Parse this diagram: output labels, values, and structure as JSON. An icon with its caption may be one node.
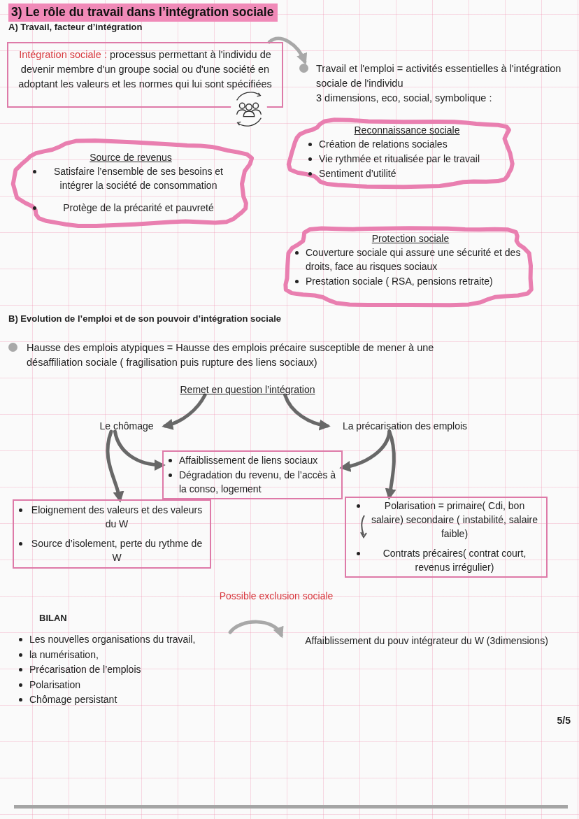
{
  "diagram": {
    "title": "3) Le rôle du travail dans l’intégration sociale",
    "nodes": [
      {
        "text": [
          "Intégration sociale :",
          "processus permettant à l'individu de devenir membre d'un groupe social ou d'une société en adoptant les valeurs et les normes qui lui sont spécifiées"
        ]
      },
      {
        "text": [
          "Travail et l'emploi = activités essentielles à l'intégration sociale de l'individu",
          "3 dimensions, eco, social, symbolique :"
        ]
      },
      {
        "text": [
          "Source de revenus",
          "Satisfaire l’ensemble de ses besoins et intégrer la société de consommation",
          "Protège de la précarité et pauvreté"
        ]
      },
      {
        "text": [
          "Reconnaissance sociale",
          "Création de relations sociales",
          "Vie rythmée et ritualisée par le travail",
          "Sentiment d’utilité"
        ]
      },
      {
        "text": [
          "Protection sociale",
          "Couverture sociale qui assure une sécurité et des droits, face au risques sociaux",
          "Prestation sociale ( RSA, pensions retraite)"
        ]
      },
      {
        "text": [
          "Remet en question l’intégration"
        ]
      },
      {
        "text": [
          "Le chômage"
        ]
      },
      {
        "text": [
          "La précarisation des emplois"
        ]
      },
      {
        "text": [
          "Affaiblissement de liens sociaux",
          "Dégradation du revenu, de l’accès à la conso, logement"
        ]
      },
      {
        "text": [
          "Eloignement des valeurs et des valeurs du W",
          "Source d’isolement, perte du rythme de W"
        ]
      },
      {
        "text": [
          "Polarisation = primaire( Cdi, bon salaire) secondaire ( instabilité, salaire faible)",
          "Contrats précaires( contrat court, revenus irrégulier)"
        ]
      },
      {
        "text": [
          "Les nouvelles organisations du travail,",
          "la numérisation,",
          "Précarisation de l’emplois",
          "Polarisation",
          "Chômage persistant"
        ]
      },
      {
        "text": [
          "Affaiblissement du pouv intégrateur du W (3dimensions)"
        ]
      }
    ],
    "edges": [
      {
        "from": 0,
        "to": 1,
        "arrow": "to",
        "color": "#a8a8a8"
      },
      {
        "from": 5,
        "to": 6,
        "arrow": "to"
      },
      {
        "from": 5,
        "to": 7,
        "arrow": "to"
      },
      {
        "from": 6,
        "to": 8,
        "arrow": "to"
      },
      {
        "from": 6,
        "to": 9,
        "arrow": "to"
      },
      {
        "from": 7,
        "to": 8,
        "arrow": "to"
      },
      {
        "from": 7,
        "to": 10,
        "arrow": "to"
      },
      {
        "from": 11,
        "to": 12,
        "arrow": "to",
        "color": "#a8a8a8"
      }
    ],
    "labels": [
      "A) Travail, facteur d’intégration",
      "B) Evolution de l’emploi et de son pouvoir d’intégration sociale",
      "Hausse des emplois atypiques = Hausse des emplois précaire susceptible de mener à une désaffiliation sociale ( fragilisation puis rupture des liens sociaux)",
      "Possible exclusion sociale",
      "BILAN",
      "5/5"
    ]
  }
}
